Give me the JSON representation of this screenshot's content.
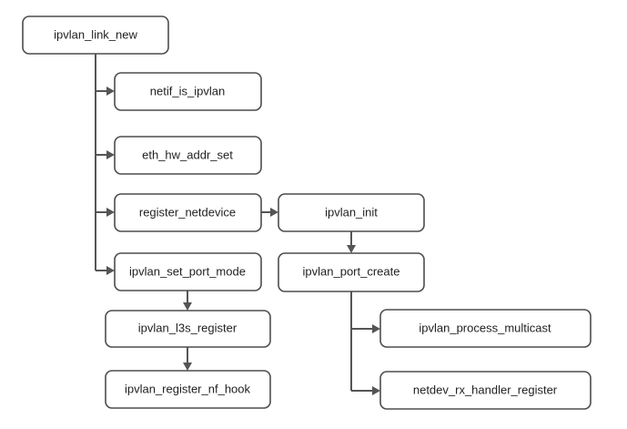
{
  "nodes": {
    "ipvlan_link_new": "ipvlan_link_new",
    "netif_is_ipvlan": "netif_is_ipvlan",
    "eth_hw_addr_set": "eth_hw_addr_set",
    "register_netdevice": "register_netdevice",
    "ipvlan_set_port_mode": "ipvlan_set_port_mode",
    "ipvlan_l3s_register": "ipvlan_l3s_register",
    "ipvlan_register_nf_hook": "ipvlan_register_nf_hook",
    "ipvlan_init": "ipvlan_init",
    "ipvlan_port_create": "ipvlan_port_create",
    "ipvlan_process_multicast": "ipvlan_process_multicast",
    "netdev_rx_handler_register": "netdev_rx_handler_register"
  },
  "edges": [
    {
      "from": "ipvlan_link_new",
      "to": "netif_is_ipvlan"
    },
    {
      "from": "ipvlan_link_new",
      "to": "eth_hw_addr_set"
    },
    {
      "from": "ipvlan_link_new",
      "to": "register_netdevice"
    },
    {
      "from": "ipvlan_link_new",
      "to": "ipvlan_set_port_mode"
    },
    {
      "from": "register_netdevice",
      "to": "ipvlan_init"
    },
    {
      "from": "ipvlan_init",
      "to": "ipvlan_port_create"
    },
    {
      "from": "ipvlan_set_port_mode",
      "to": "ipvlan_l3s_register"
    },
    {
      "from": "ipvlan_l3s_register",
      "to": "ipvlan_register_nf_hook"
    },
    {
      "from": "ipvlan_port_create",
      "to": "ipvlan_process_multicast"
    },
    {
      "from": "ipvlan_port_create",
      "to": "netdev_rx_handler_register"
    }
  ],
  "colors": {
    "box_border": "#4d4d4d",
    "edge": "#555555",
    "text": "#1f1f1f",
    "background": "#ffffff"
  }
}
